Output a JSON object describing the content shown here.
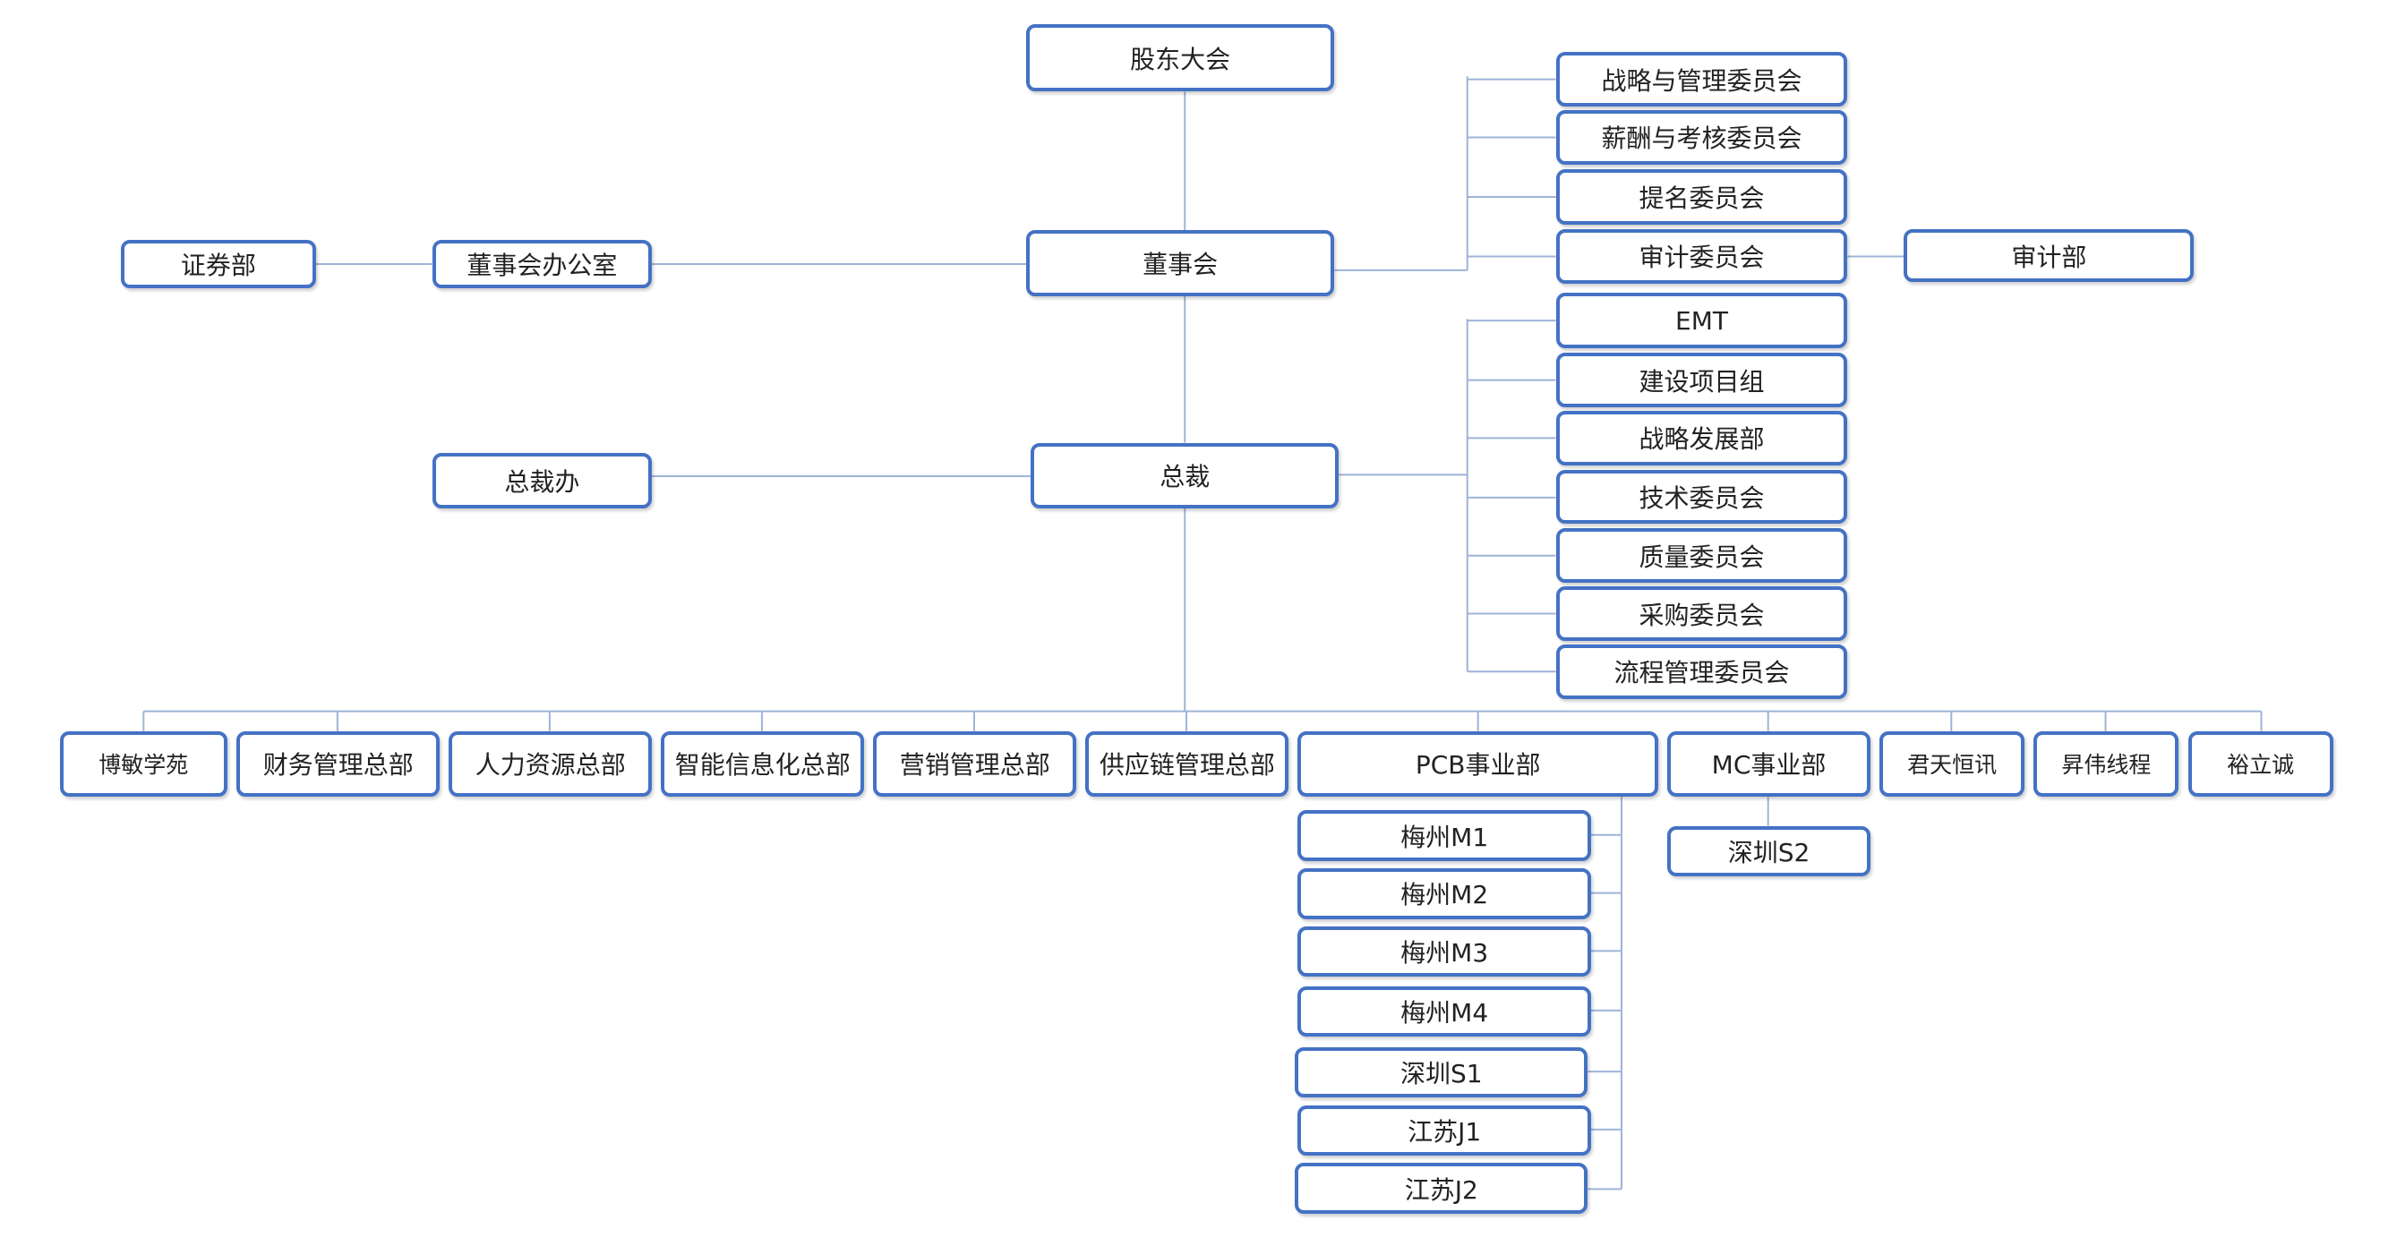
{
  "colors": {
    "node_border": "#4472C4",
    "connector": "#9DB4D6",
    "text": "#222222"
  },
  "org_chart": {
    "shareholders": "股东大会",
    "board": "董事会",
    "securities_dept": "证券部",
    "board_office": "董事会办公室",
    "board_committees": [
      "战略与管理委员会",
      "薪酬与考核委员会",
      "提名委员会",
      "审计委员会"
    ],
    "audit_dept": "审计部",
    "president": "总裁",
    "president_office": "总裁办",
    "president_committees": [
      "EMT",
      "建设项目组",
      "战略发展部",
      "技术委员会",
      "质量委员会",
      "采购委员会",
      "流程管理委员会"
    ],
    "departments": [
      "博敏学苑",
      "财务管理总部",
      "人力资源总部",
      "智能信息化总部",
      "营销管理总部",
      "供应链管理总部",
      "PCB事业部",
      "MC事业部",
      "君天恒讯",
      "昇伟线程",
      "裕立诚"
    ],
    "pcb_units": [
      "梅州M1",
      "梅州M2",
      "梅州M3",
      "梅州M4",
      "深圳S1",
      "江苏J1",
      "江苏J2"
    ],
    "mc_units": [
      "深圳S2"
    ]
  }
}
